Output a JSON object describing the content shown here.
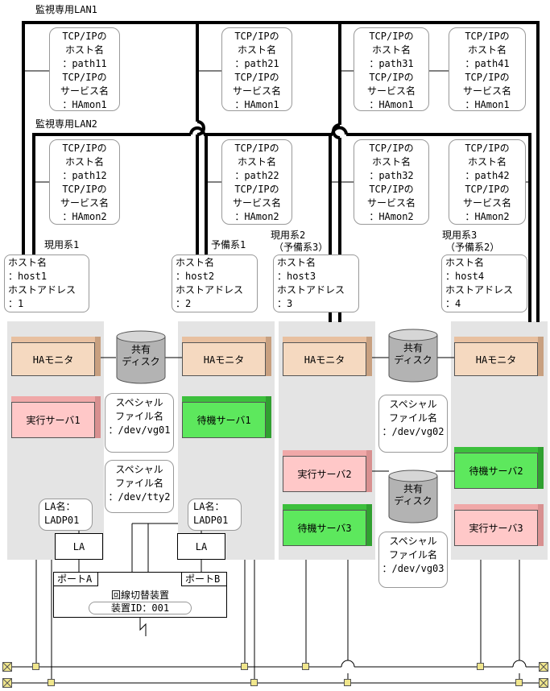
{
  "lan": {
    "lan1_label": "監視専用LAN1",
    "lan2_label": "監視専用LAN2"
  },
  "lan_notes": [
    {
      "lines": [
        "TCP/IPの",
        "ホスト名",
        "：path11",
        "TCP/IPの",
        "サービス名",
        "：HAmon1"
      ]
    },
    {
      "lines": [
        "TCP/IPの",
        "ホスト名",
        "：path21",
        "TCP/IPの",
        "サービス名",
        "：HAmon1"
      ]
    },
    {
      "lines": [
        "TCP/IPの",
        "ホスト名",
        "：path31",
        "TCP/IPの",
        "サービス名",
        "：HAmon1"
      ]
    },
    {
      "lines": [
        "TCP/IPの",
        "ホスト名",
        "：path41",
        "TCP/IPの",
        "サービス名",
        "：HAmon1"
      ]
    },
    {
      "lines": [
        "TCP/IPの",
        "ホスト名",
        "：path12",
        "TCP/IPの",
        "サービス名",
        "：HAmon2"
      ]
    },
    {
      "lines": [
        "TCP/IPの",
        "ホスト名",
        "：path22",
        "TCP/IPの",
        "サービス名",
        "：HAmon2"
      ]
    },
    {
      "lines": [
        "TCP/IPの",
        "ホスト名",
        "：path32",
        "TCP/IPの",
        "サービス名",
        "：HAmon2"
      ]
    },
    {
      "lines": [
        "TCP/IPの",
        "ホスト名",
        "：path42",
        "TCP/IPの",
        "サービス名",
        "：HAmon2"
      ]
    }
  ],
  "systems": [
    {
      "role": "現用系1",
      "role2": "",
      "host_lines": [
        "ホスト名",
        "：host1",
        "ホストアドレス",
        "：1"
      ]
    },
    {
      "role": "予備系1",
      "role2": "",
      "host_lines": [
        "ホスト名",
        "：host2",
        "ホストアドレス",
        "：2"
      ]
    },
    {
      "role": "現用系2",
      "role2": "（予備系3）",
      "host_lines": [
        "ホスト名",
        "：host3",
        "ホストアドレス",
        "：3"
      ]
    },
    {
      "role": "現用系3",
      "role2": "（予備系2）",
      "host_lines": [
        "ホスト名",
        "：host4",
        "ホストアドレス",
        "：4"
      ]
    }
  ],
  "ha_monitor_label": "HAモニタ",
  "servers": {
    "run1": "実行サーバ1",
    "standby1": "待機サーバ1",
    "run2": "実行サーバ2",
    "standby3": "待機サーバ3",
    "standby2": "待機サーバ2",
    "run3": "実行サーバ3"
  },
  "disk_label": [
    "共有",
    "ディスク"
  ],
  "special_files": [
    {
      "lines": [
        "スペシャル",
        "ファイル名",
        "：/dev/vg01"
      ]
    },
    {
      "lines": [
        "スペシャル",
        "ファイル名",
        "：/dev/tty2"
      ]
    },
    {
      "lines": [
        "スペシャル",
        "ファイル名",
        "：/dev/vg02"
      ]
    },
    {
      "lines": [
        "スペシャル",
        "ファイル名",
        "：/dev/vg03"
      ]
    }
  ],
  "la_notes": [
    {
      "lines": [
        "LA名：",
        "LADP01"
      ]
    },
    {
      "lines": [
        "LA名：",
        "LADP01"
      ]
    }
  ],
  "la_label": "LA",
  "switch": {
    "port_a": "ポートA",
    "port_b": "ポートB",
    "title": "回線切替装置",
    "device_id": "装置ID：001"
  },
  "colors": {
    "ha": "#f5d9c0",
    "run": "#ffc8c8",
    "standby": "#5de85d",
    "server_bg": "#e4e4e4",
    "disk": "#b3b3b3",
    "terminal": "#f0e68c"
  }
}
